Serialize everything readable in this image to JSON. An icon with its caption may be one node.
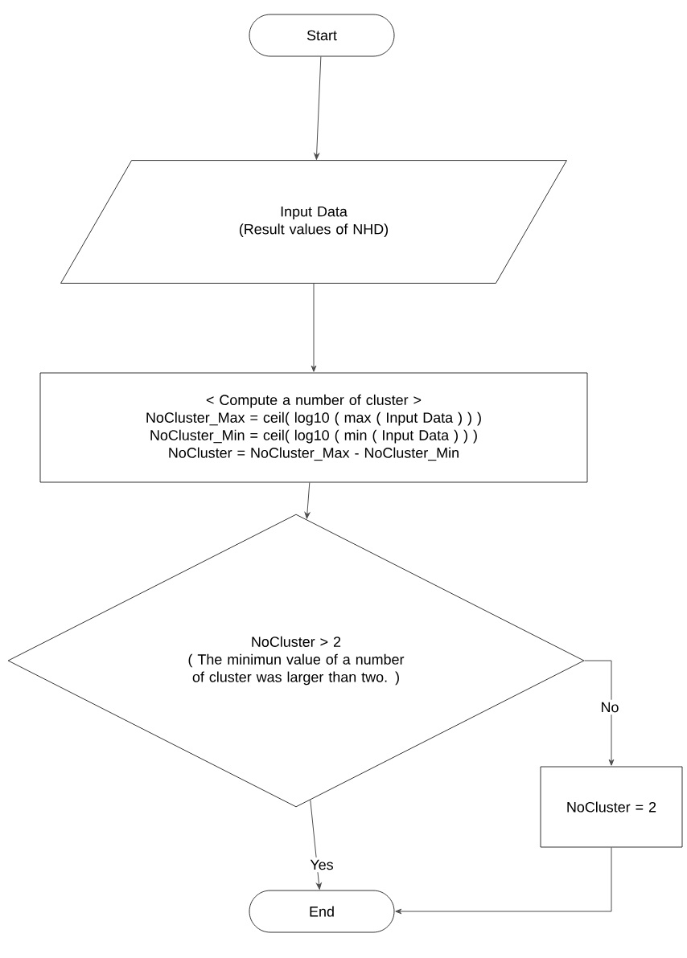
{
  "diagram": {
    "nodes": [
      {
        "text": [
          "Start"
        ]
      },
      {
        "text": [
          "Input Data",
          "(Result values of NHD)"
        ]
      },
      {
        "text": [
          "< Compute a number of cluster >",
          "NoCluster_Max = ceil( log10 ( max ( Input Data ) ) )",
          "NoCluster_Min = ceil( log10 ( min ( Input Data ) ) )",
          "NoCluster = NoCluster_Max - NoCluster_Min"
        ]
      },
      {
        "text": [
          "NoCluster > 2",
          "( The minimun value of a number of cluster was larger than two. )"
        ]
      },
      {
        "text": [
          "NoCluster = 2"
        ]
      },
      {
        "text": [
          "End"
        ]
      }
    ],
    "edges": [
      {
        "from": 0,
        "to": 1,
        "arrow": "to"
      },
      {
        "from": 1,
        "to": 2,
        "arrow": "to"
      },
      {
        "from": 2,
        "to": 3,
        "arrow": "to"
      },
      {
        "from": 3,
        "to": 5,
        "arrow": "to",
        "label": "Yes"
      },
      {
        "from": 3,
        "to": 4,
        "arrow": "to",
        "label": "No"
      },
      {
        "from": 4,
        "to": 5,
        "arrow": "to"
      }
    ]
  }
}
